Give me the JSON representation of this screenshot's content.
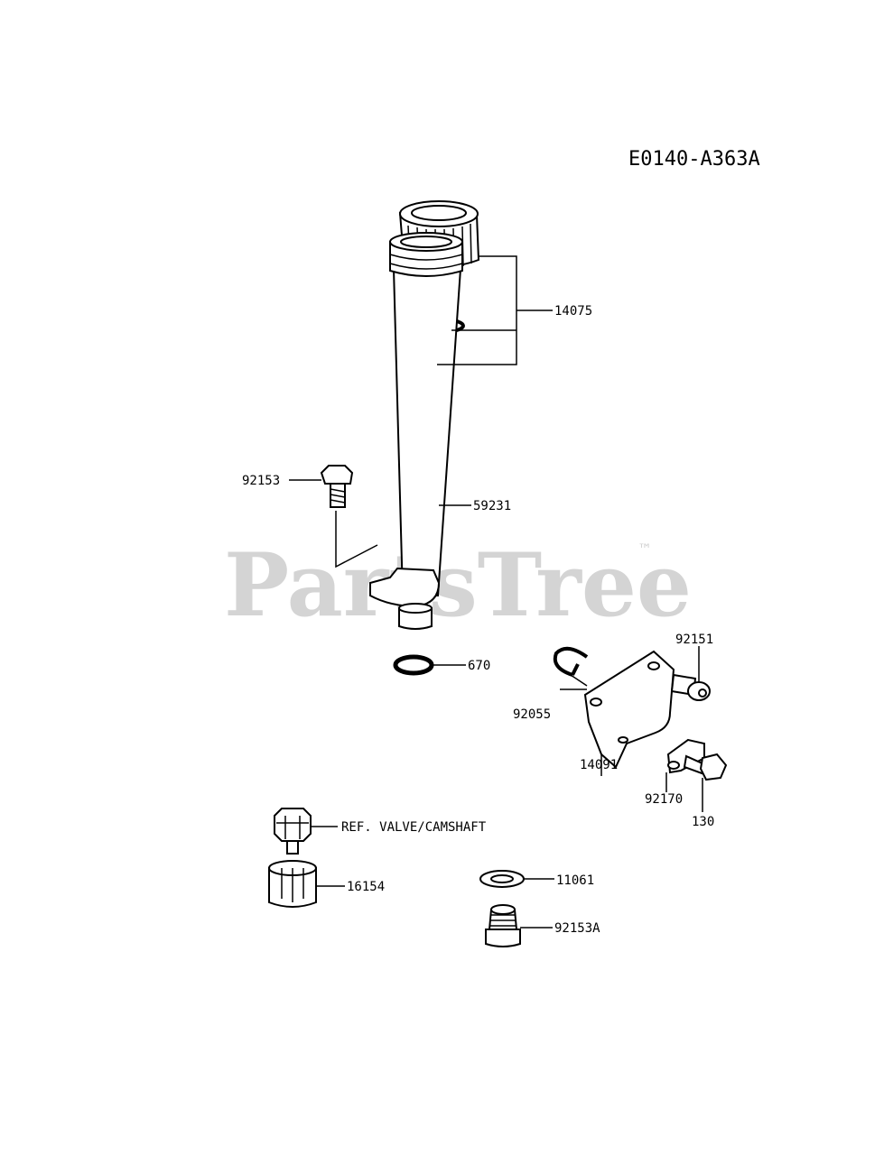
{
  "diagram": {
    "code": "E0140-A363A",
    "watermark": "PartsTree",
    "watermark_tm": "™",
    "labels": {
      "p14075": "14075",
      "p92153": "92153",
      "p59231": "59231",
      "p670": "670",
      "p92151": "92151",
      "p92055": "92055",
      "p14091": "14091",
      "p92170": "92170",
      "p130": "130",
      "ref_valve": "REF. VALVE/CAMSHAFT",
      "p16154": "16154",
      "p11061": "11061",
      "p92153a": "92153A"
    }
  }
}
